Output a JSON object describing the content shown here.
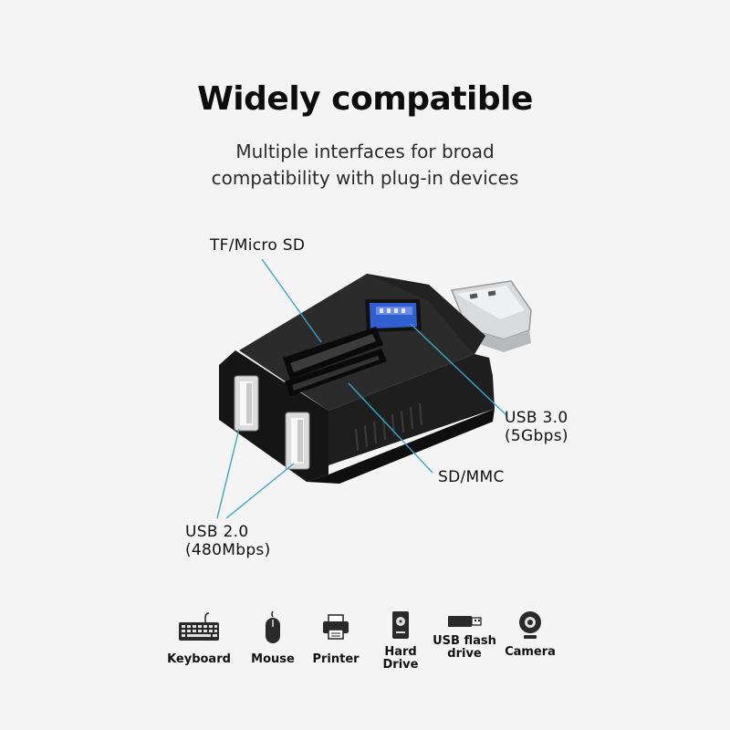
{
  "header": {
    "title": "Widely compatible",
    "subtitle_line1": "Multiple interfaces for broad",
    "subtitle_line2": "compatibility with plug-in devices"
  },
  "callouts": {
    "tf": "TF/Micro SD",
    "usb3_line1": "USB 3.0",
    "usb3_line2": "(5Gbps)",
    "sd": "SD/MMC",
    "usb2_line1": "USB 2.0",
    "usb2_line2": "(480Mbps)"
  },
  "devices": [
    {
      "label": "Keyboard",
      "icon": "keyboard-icon"
    },
    {
      "label": "Mouse",
      "icon": "mouse-icon"
    },
    {
      "label": "Printer",
      "icon": "printer-icon"
    },
    {
      "label_line1": "Hard",
      "label_line2": "Drive",
      "icon": "hard-drive-icon"
    },
    {
      "label_line1": "USB flash",
      "label_line2": "drive",
      "icon": "usb-flash-drive-icon"
    },
    {
      "label": "Camera",
      "icon": "camera-icon"
    }
  ],
  "colors": {
    "background": "#f4f4f4",
    "device_body": "#1b1b1b",
    "usb3_port": "#2f5fd0",
    "callout_line": "#3aa7c9"
  }
}
